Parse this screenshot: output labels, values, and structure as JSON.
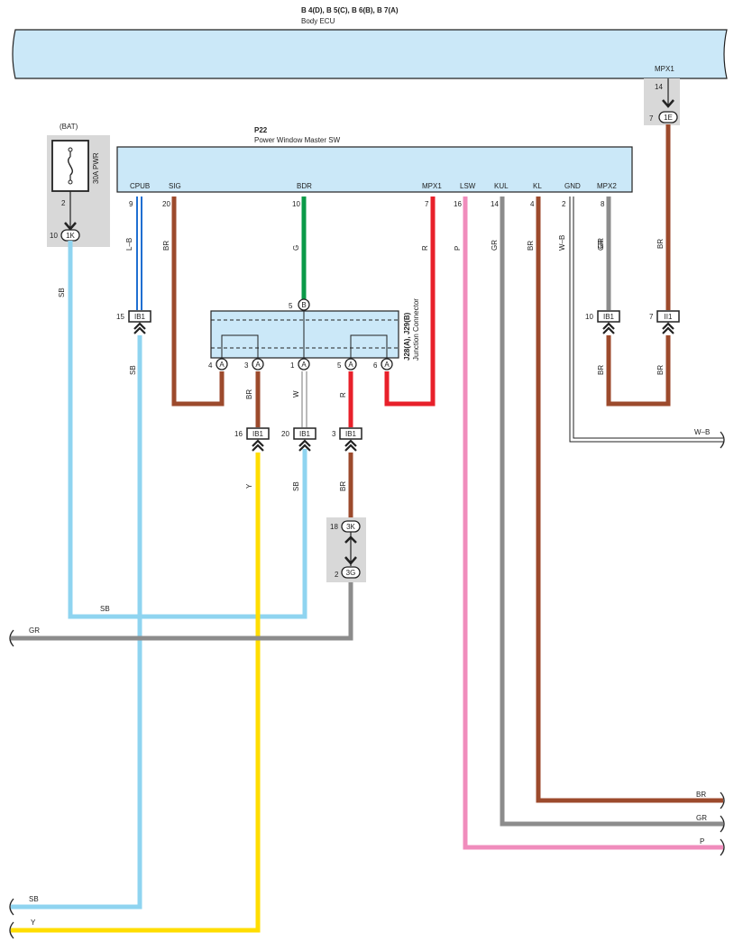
{
  "colors": {
    "SB": "#8fd4f0",
    "BR": "#9c4a2c",
    "G": "#0a9a48",
    "R": "#e8202a",
    "P": "#f08cbc",
    "GR": "#8c8c8c",
    "Y": "#ffdd00",
    "ecu_fill": "#cbe8f8",
    "gray_box": "#d8d8d8"
  },
  "body_ecu": {
    "connectors": "B 4(D), B 5(C), B 6(B), B 7(A)",
    "name": "Body ECU",
    "terminal": "MPX1",
    "pin": "14",
    "conn_pin": "7",
    "conn": "1E"
  },
  "fuse": {
    "source": "(BAT)",
    "rating": "30A PWR",
    "pin": "2",
    "conn_pin": "10",
    "conn": "1K",
    "icon": "fuse-icon"
  },
  "switch": {
    "code": "P22",
    "name": "Power Window Master SW",
    "terminals": [
      {
        "label": "CPUB",
        "pin": "9",
        "wire": "L–B"
      },
      {
        "label": "SIG",
        "pin": "20",
        "wire": "BR"
      },
      {
        "label": "BDR",
        "pin": "10",
        "wire": "G"
      },
      {
        "label": "MPX1",
        "pin": "7",
        "wire": "R"
      },
      {
        "label": "LSW",
        "pin": "16",
        "wire": "P"
      },
      {
        "label": "KUL",
        "pin": "14",
        "wire": "GR"
      },
      {
        "label": "KL",
        "pin": "4",
        "wire": "BR"
      },
      {
        "label": "GND",
        "pin": "2",
        "wire": "W–B"
      },
      {
        "label": "MPX2",
        "pin": "8",
        "wire": "GR"
      }
    ]
  },
  "junction": {
    "code": "J28(A), J29(B)",
    "name": "Junction Connector",
    "top_pin": "5",
    "top_conn": "B",
    "bottom": [
      {
        "pin": "4",
        "conn": "A"
      },
      {
        "pin": "3",
        "conn": "A"
      },
      {
        "pin": "1",
        "conn": "A"
      },
      {
        "pin": "5",
        "conn": "A"
      },
      {
        "pin": "6",
        "conn": "A"
      }
    ]
  },
  "ib_connectors": [
    {
      "pin": "15",
      "label": "IB1"
    },
    {
      "pin": "10",
      "label": "IB1"
    },
    {
      "pin": "7",
      "label": "II1"
    },
    {
      "pin": "16",
      "label": "IB1"
    },
    {
      "pin": "20",
      "label": "IB1"
    },
    {
      "pin": "3",
      "label": "IB1"
    }
  ],
  "splice": {
    "upper_pin": "18",
    "upper_conn": "3K",
    "lower_pin": "2",
    "lower_conn": "3G"
  },
  "wire_labels": {
    "sb_left": "SB",
    "sb_left_lower": "SB",
    "br_jc3": "BR",
    "w_jc1": "W",
    "r_jc5": "R",
    "y_vertical": "Y",
    "sb_return": "SB",
    "br_3k": "BR",
    "br_mpx2": "BR",
    "br_ii1": "BR",
    "gr_mpx2": "GR",
    "br_ecu": "BR",
    "sb_horizontal": "SB",
    "gr_horizontal": "GR",
    "wb_exit": "W–B",
    "br_exit": "BR",
    "gr_exit": "GR",
    "p_exit": "P",
    "sb_exit": "SB",
    "y_exit": "Y"
  }
}
